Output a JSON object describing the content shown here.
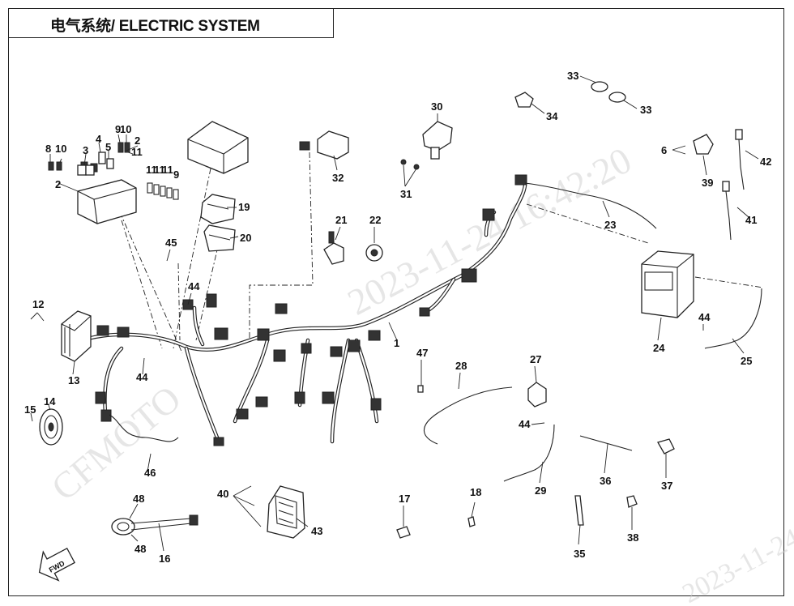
{
  "title": "电气系统/ ELECTRIC SYSTEM",
  "watermarks": [
    "CFMOTO",
    "2023-11-24 16:42:20",
    "2023-11-24"
  ],
  "callouts": [
    "1",
    "2",
    "2",
    "3",
    "4",
    "5",
    "6",
    "8",
    "9",
    "10",
    "10",
    "11",
    "11",
    "11",
    "9",
    "11",
    "12",
    "13",
    "14",
    "15",
    "16",
    "17",
    "18",
    "19",
    "20",
    "21",
    "22",
    "23",
    "24",
    "25",
    "27",
    "28",
    "29",
    "30",
    "31",
    "32",
    "33",
    "33",
    "34",
    "35",
    "36",
    "37",
    "38",
    "39",
    "40",
    "41",
    "42",
    "43",
    "44",
    "44",
    "44",
    "44",
    "45",
    "46",
    "47",
    "48",
    "48"
  ],
  "fwd_label": "FWD",
  "colors": {
    "line": "#222222",
    "background": "#ffffff",
    "watermark": "#cfcfcf"
  }
}
